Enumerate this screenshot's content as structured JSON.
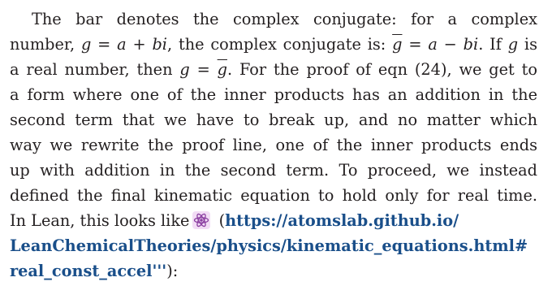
{
  "paragraph": {
    "line1": {
      "text": "The bar denotes the complex conjugate: for a complex"
    },
    "line2": {
      "t1": "number, ",
      "g": "g",
      "eq1": " = ",
      "a": "a",
      "plus": " + ",
      "bi": "bi",
      "t2": ", the complex conjugate is: ",
      "gbar": "g",
      "eq2": " = ",
      "a2": "a",
      "minus": " − ",
      "bi2": "bi",
      "t3": ". If ",
      "g2": "g",
      "t4": " is"
    },
    "line3": {
      "t1": "a real number, then ",
      "g": "g",
      "eq": " = ",
      "gbar": "g",
      "t2": ". For the proof of eqn (24), we get to"
    },
    "line4": {
      "text": "a form where one of the inner products has an addition in the"
    },
    "line5": {
      "text": "second term that we have to break up, and no matter which"
    },
    "line6": {
      "text": "way we rewrite the proof line, one of the inner products ends"
    },
    "line7": {
      "text": "up with addition in the second term. To proceed, we instead"
    },
    "line8": {
      "text": "defined the final kinematic equation to hold only for real time."
    },
    "line9": {
      "t1": "In Lean, this looks like",
      "open_paren": " (",
      "link_part1": "https://atomslab.github.io/"
    },
    "line10": {
      "link_part2": "LeanChemicalTheories/physics/kinematic_equations.html#"
    },
    "line11": {
      "link_part3": "real_const_accel'''",
      "close": "):"
    }
  },
  "colors": {
    "text": "#231f20",
    "link": "#1a4f8a",
    "badge_bg": "#f2dcf5",
    "atom_icon": "#8a3ea0"
  },
  "icons": {
    "atom": "atom-icon"
  }
}
